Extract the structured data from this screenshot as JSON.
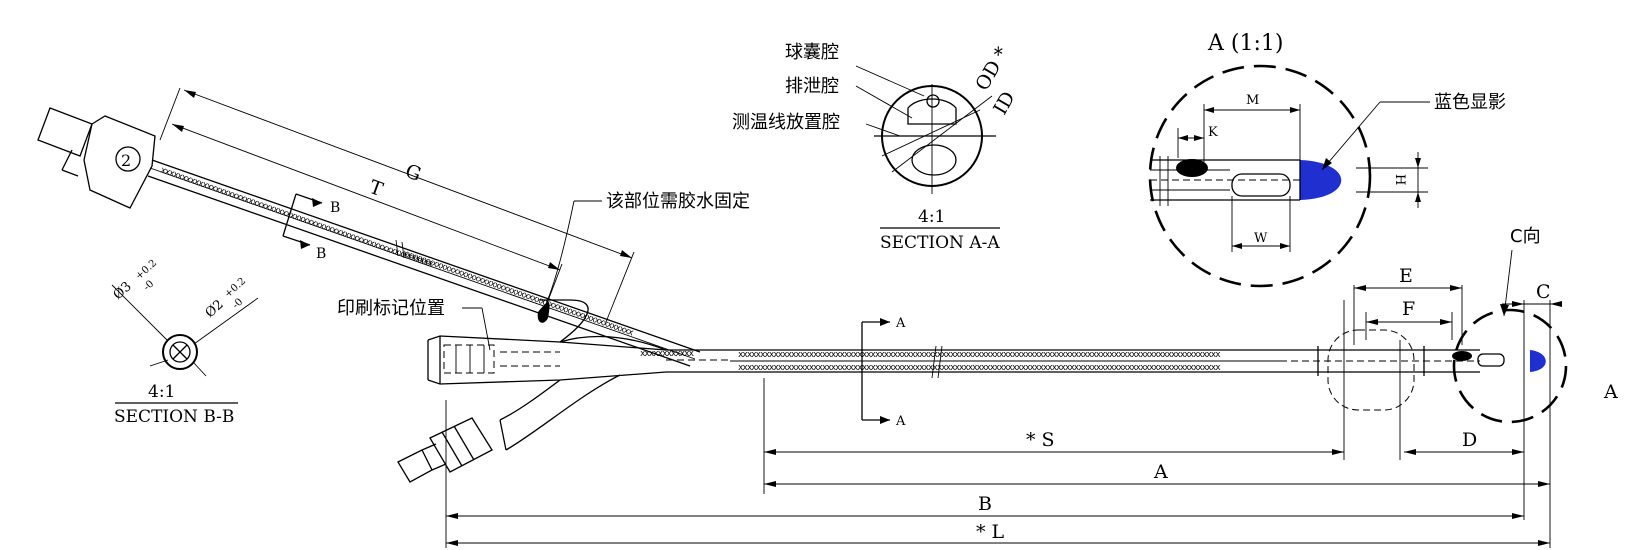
{
  "colors": {
    "line": "#000000",
    "blue_tip": "#1f2fd0",
    "background": "#ffffff"
  },
  "labels": {
    "balloon_lumen": "球囊腔",
    "drain_lumen": "排泄腔",
    "thermo_lumen": "测温线放置腔",
    "blue_marker": "蓝色显影",
    "glue_fix": "该部位需胶水固定",
    "print_mark": "印刷标记位置",
    "c_direction": "C向"
  },
  "captions": {
    "section_aa_scale": "4:1",
    "section_aa": "SECTION A-A",
    "section_bb_scale": "4:1",
    "section_bb": "SECTION B-B",
    "detail_a": "A (1:1)",
    "detail_a_ref": "A"
  },
  "dimensions": {
    "G": "G",
    "T": "T",
    "S": "* S",
    "A": "A",
    "B": "B",
    "L": "* L",
    "E": "E",
    "F": "F",
    "C": "C",
    "D": "D",
    "M": "M",
    "K": "K",
    "W": "W",
    "H": "H",
    "OD": "OD *",
    "ID": "ID",
    "dia3": "Ø3",
    "dia3_tol": "+0.2",
    "dia3_tol2": "-0",
    "dia2": "Ø2",
    "dia2_tol": "+0.2",
    "dia2_tol2": "-0",
    "cut_a_top": "A",
    "cut_a_bottom": "A",
    "cut_b_top": "B",
    "cut_b_bottom": "B",
    "port_number": "2"
  }
}
